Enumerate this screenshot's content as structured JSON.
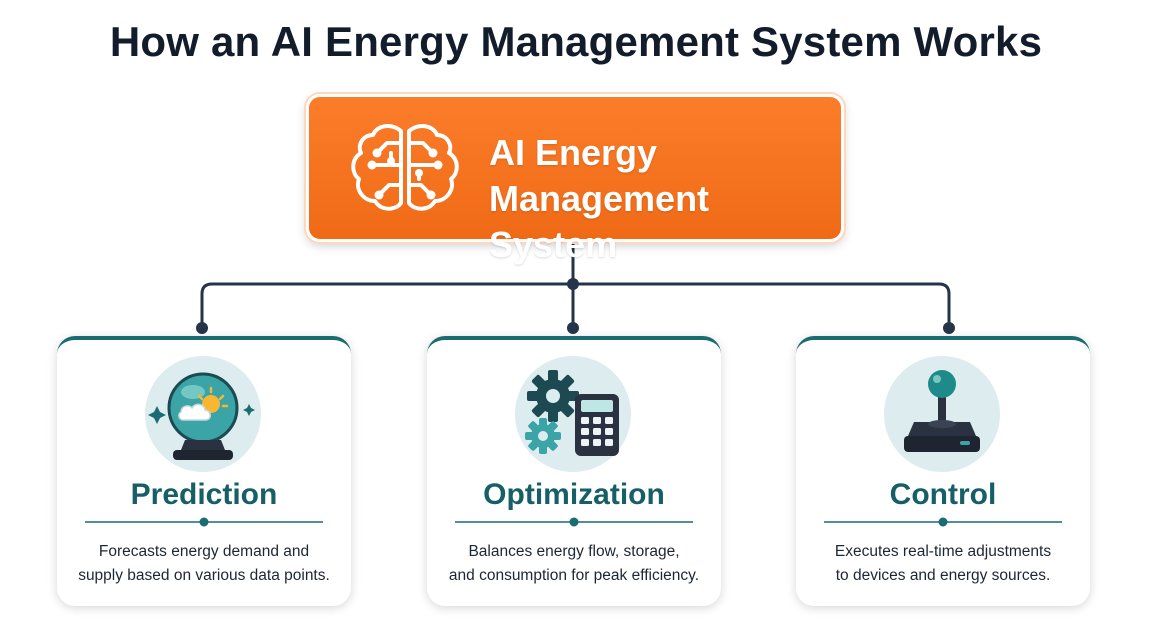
{
  "title": "How an AI Energy Management System Works",
  "hub": {
    "line1": "AI Energy",
    "line2": "Management System",
    "icon": "brain-circuit-icon"
  },
  "cards": [
    {
      "title": "Prediction",
      "desc_line1": "Forecasts energy demand and",
      "desc_line2": "supply based on various data points.",
      "icon": "crystal-ball-icon"
    },
    {
      "title": "Optimization",
      "desc_line1": "Balances energy flow, storage,",
      "desc_line2": "and consumption for peak efficiency.",
      "icon": "gears-calculator-icon"
    },
    {
      "title": "Control",
      "desc_line1": "Executes real-time adjustments",
      "desc_line2": "to devices and energy sources.",
      "icon": "joystick-icon"
    }
  ],
  "colors": {
    "hub": "#f5731f",
    "teal": "#175f66",
    "connector": "#243449"
  }
}
